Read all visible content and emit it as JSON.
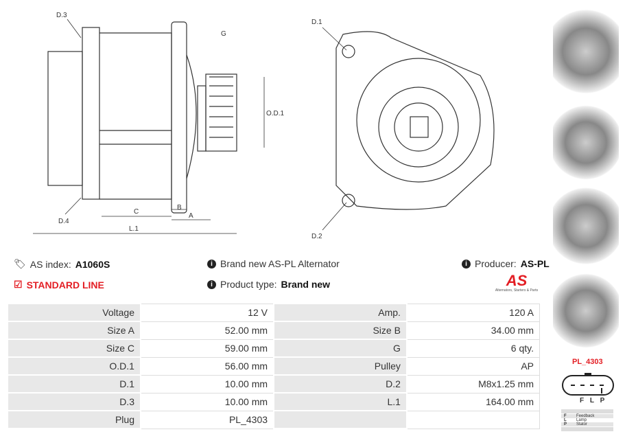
{
  "drawing": {
    "labels": {
      "d3": "D.3",
      "d4": "D.4",
      "g": "G",
      "od1": "O.D.1",
      "c": "C",
      "b": "B",
      "a": "A",
      "l1": "L.1",
      "d1": "D.1",
      "d2": "D.2"
    }
  },
  "info": {
    "as_index_label": "AS index:",
    "as_index": "A1060S",
    "line": "STANDARD LINE",
    "description": "Brand new AS-PL Alternator",
    "product_type_label": "Product type:",
    "product_type": "Brand new",
    "producer_label": "Producer:",
    "producer": "AS-PL"
  },
  "logo": {
    "text": "AS",
    "tagline": "Alternators, Starters & Parts"
  },
  "specs": [
    [
      "Voltage",
      "12 V",
      "Amp.",
      "120 A"
    ],
    [
      "Size A",
      "52.00 mm",
      "Size B",
      "34.00 mm"
    ],
    [
      "Size C",
      "59.00 mm",
      "G",
      "6 qty."
    ],
    [
      "O.D.1",
      "56.00 mm",
      "Pulley",
      "AP"
    ],
    [
      "D.1",
      "10.00 mm",
      "D.2",
      "M8x1.25 mm"
    ],
    [
      "D.3",
      "10.00 mm",
      "L.1",
      "164.00 mm"
    ],
    [
      "Plug",
      "PL_4303",
      "",
      ""
    ]
  ],
  "plug": {
    "name": "PL_4303",
    "pins": [
      "F",
      "L",
      "P"
    ],
    "legend": [
      [
        "F",
        "Feedback"
      ],
      [
        "L",
        "Lamp"
      ],
      [
        "P",
        "Stator"
      ]
    ]
  },
  "colors": {
    "accent": "#e31e24"
  }
}
